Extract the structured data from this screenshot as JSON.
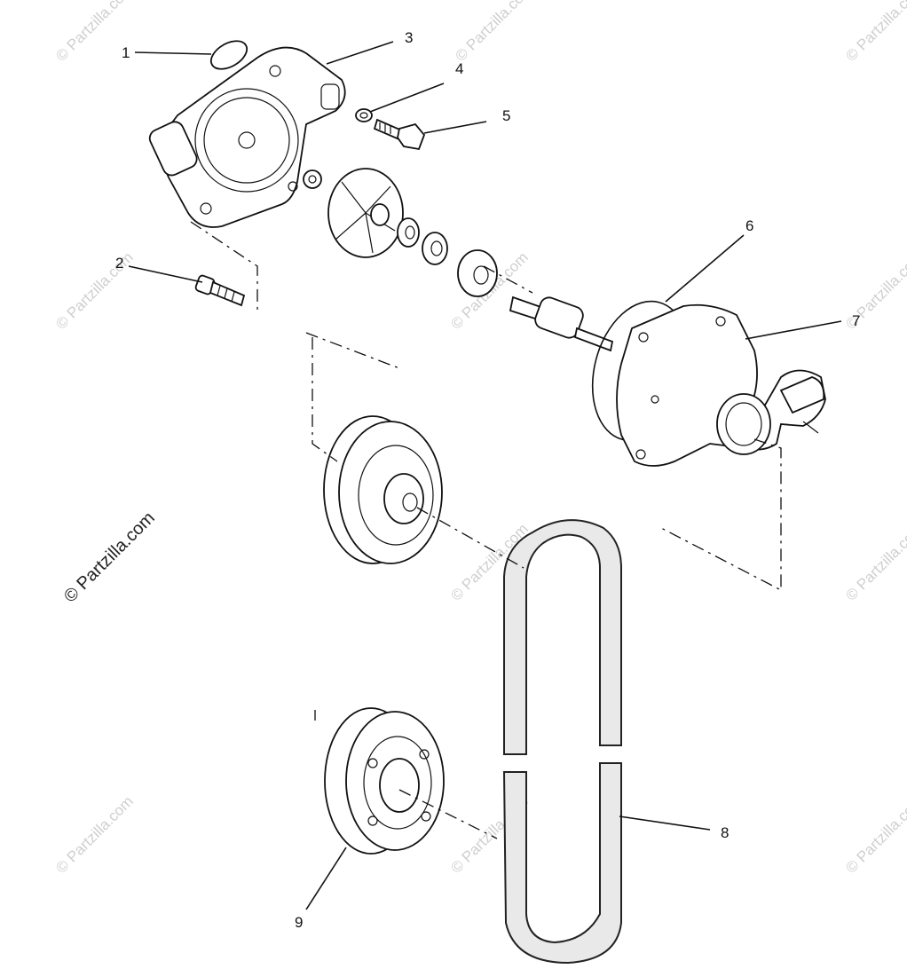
{
  "watermark": {
    "copyright": "© Partzilla.com",
    "tile_text": "© Partzilla.com"
  },
  "callouts": [
    "1",
    "2",
    "3",
    "4",
    "5",
    "6",
    "7",
    "8",
    "9"
  ],
  "colors": {
    "line": "#111111",
    "watermark": "#cfcfcf",
    "background": "#ffffff"
  }
}
